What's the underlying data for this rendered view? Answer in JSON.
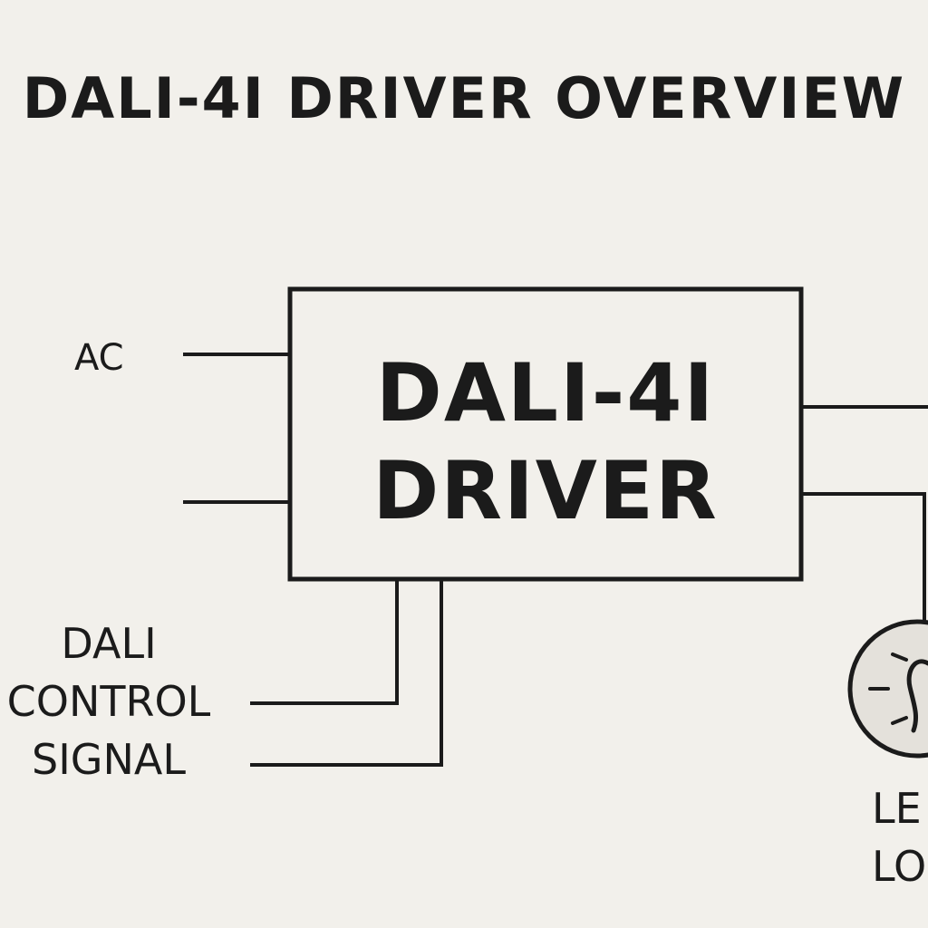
{
  "diagram": {
    "title": "DALI-4I DRIVER OVERVIEW",
    "driver_block": {
      "line1": "DALI-4I",
      "line2": "DRIVER"
    },
    "labels": {
      "ac": "AC",
      "dali_line1": "DALI",
      "dali_line2": "CONTROL",
      "dali_line3": "SIGNAL",
      "led_line1": "LE",
      "led_line2": "LO"
    },
    "icons": {
      "lamp": "light-bulb-icon"
    },
    "colors": {
      "background": "#f2f0eb",
      "ink": "#1b1b1b",
      "lamp_fill": "#e4e1db"
    }
  }
}
